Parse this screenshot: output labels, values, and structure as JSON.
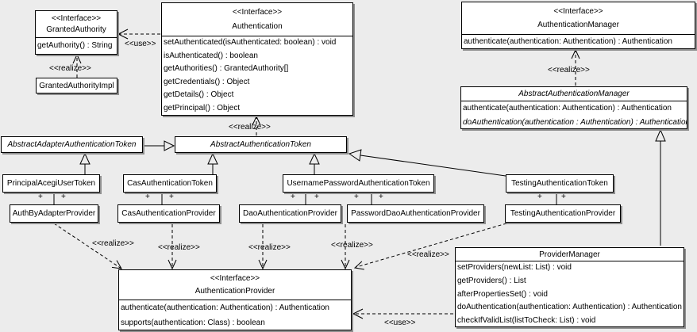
{
  "diagram": {
    "colors": {
      "background": "#ececec",
      "box_fill": "#ffffff",
      "line": "#000000",
      "shadow": "#8f8f8f"
    },
    "labels": {
      "interface_stereotype": "<<Interface>>",
      "realize": "<<realize>>",
      "use": "<<use>>",
      "plus": "+"
    },
    "classes": {
      "granted_authority": {
        "stereotype": "<<Interface>>",
        "name": "GrantedAuthority",
        "methods": [
          "getAuthority() : String"
        ]
      },
      "granted_authority_impl": {
        "name": "GrantedAuthorityImpl"
      },
      "authentication": {
        "stereotype": "<<Interface>>",
        "name": "Authentication",
        "methods": [
          "setAuthenticated(isAuthenticated: boolean) : void",
          "isAuthenticated() : boolean",
          "getAuthorities() : GrantedAuthority[]",
          "getCredentials() : Object",
          "getDetails() : Object",
          "getPrincipal() : Object"
        ]
      },
      "authentication_manager": {
        "stereotype": "<<Interface>>",
        "name": "AuthenticationManager",
        "methods": [
          "authenticate(authentication: Authentication) : Authentication"
        ]
      },
      "abstract_authentication_manager": {
        "name": "AbstractAuthenticationManager",
        "methods": [
          "authenticate(authentication: Authentication) : Authentication",
          "doAuthentication(authentication : Authentication) : Authentication"
        ]
      },
      "abstract_adapter_authentication_token": {
        "name": "AbstractAdapterAuthenticationToken"
      },
      "abstract_authentication_token": {
        "name": "AbstractAuthenticationToken"
      },
      "principal_acegi_user_token": {
        "name": "PrincipalAcegiUserToken"
      },
      "cas_authentication_token": {
        "name": "CasAuthenticationToken"
      },
      "username_password_authentication_token": {
        "name": "UsernamePasswordAuthenticationToken"
      },
      "testing_authentication_token": {
        "name": "TestingAuthenticationToken"
      },
      "auth_by_adapter_provider": {
        "name": "AuthByAdapterProvider"
      },
      "cas_authentication_provider": {
        "name": "CasAuthenticationProvider"
      },
      "dao_authentication_provider": {
        "name": "DaoAuthenticationProvider"
      },
      "password_dao_authentication_provider": {
        "name": "PasswordDaoAuthenticationProvider"
      },
      "testing_authentication_provider": {
        "name": "TestingAuthenticationProvider"
      },
      "authentication_provider": {
        "stereotype": "<<Interface>>",
        "name": "AuthenticationProvider",
        "methods": [
          "authenticate(authentication: Authentication) : Authentication",
          "supports(authentication: Class) : boolean"
        ]
      },
      "provider_manager": {
        "name": "ProviderManager",
        "methods": [
          "setProviders(newList: List) : void",
          "getProviders() : List",
          "afterPropertiesSet() : void",
          "doAuthentication(authentication: Authentication) : Authentication",
          "checkIfValidList(listToCheck: List) : void"
        ]
      }
    }
  }
}
